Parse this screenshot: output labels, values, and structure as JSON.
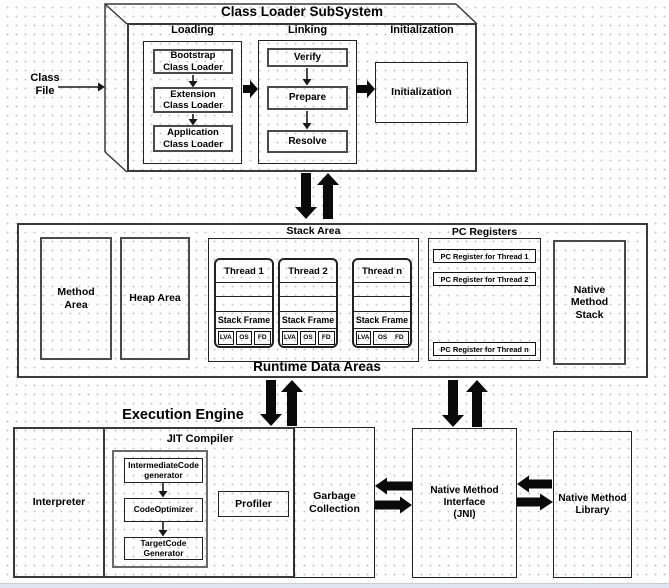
{
  "colors": {
    "line": "#222222",
    "arrow": "#0a0a0a",
    "grid_dot": "#c7c7c7",
    "bottom_strip": "#dce6f2"
  },
  "class_loader": {
    "title": "Class Loader SubSystem",
    "class_file_label": "Class\nFile",
    "loading": {
      "title": "Loading",
      "bootstrap": "Bootstrap\nClass Loader",
      "extension": "Extension\nClass Loader",
      "application": "Application\nClass Loader"
    },
    "linking": {
      "title": "Linking",
      "verify": "Verify",
      "prepare": "Prepare",
      "resolve": "Resolve"
    },
    "initialization": {
      "title": "Initialization",
      "box_label": "Initialization"
    }
  },
  "runtime": {
    "title": "Runtime Data Areas",
    "method_area": "Method\nArea",
    "heap_area": "Heap Area",
    "stack_area": {
      "title": "Stack Area",
      "threads": [
        {
          "title": "Thread 1",
          "frame_label": "Stack Frame",
          "cell_lva": "LVA",
          "cell_os": "OS",
          "cell_fd": "FD"
        },
        {
          "title": "Thread 2",
          "frame_label": "Stack Frame",
          "cell_lva": "LVA",
          "cell_os": "OS",
          "cell_fd": "FD"
        },
        {
          "title": "Thread n",
          "frame_label": "Stack Frame",
          "cell_lva": "LVA",
          "cell_os": "OS",
          "cell_fd": "FD"
        }
      ]
    },
    "pc_registers": {
      "title": "PC Registers",
      "items": [
        "PC Register for Thread 1",
        "PC Register for Thread 2",
        "PC Register for Thread n"
      ]
    },
    "native_method_stack": "Native\nMethod\nStack"
  },
  "execution_engine": {
    "title": "Execution Engine",
    "interpreter": "Interpreter",
    "jit": {
      "title": "JIT Compiler",
      "intermediate": "IntermediateCode\ngenerator",
      "optimizer": "CodeOptimizer",
      "target": "TargetCode\nGenerator"
    },
    "profiler": "Profiler",
    "garbage_collection": "Garbage\nCollection",
    "jni": "Native Method\nInterface\n(JNI)",
    "native_method_library": "Native Method\nLibrary"
  }
}
